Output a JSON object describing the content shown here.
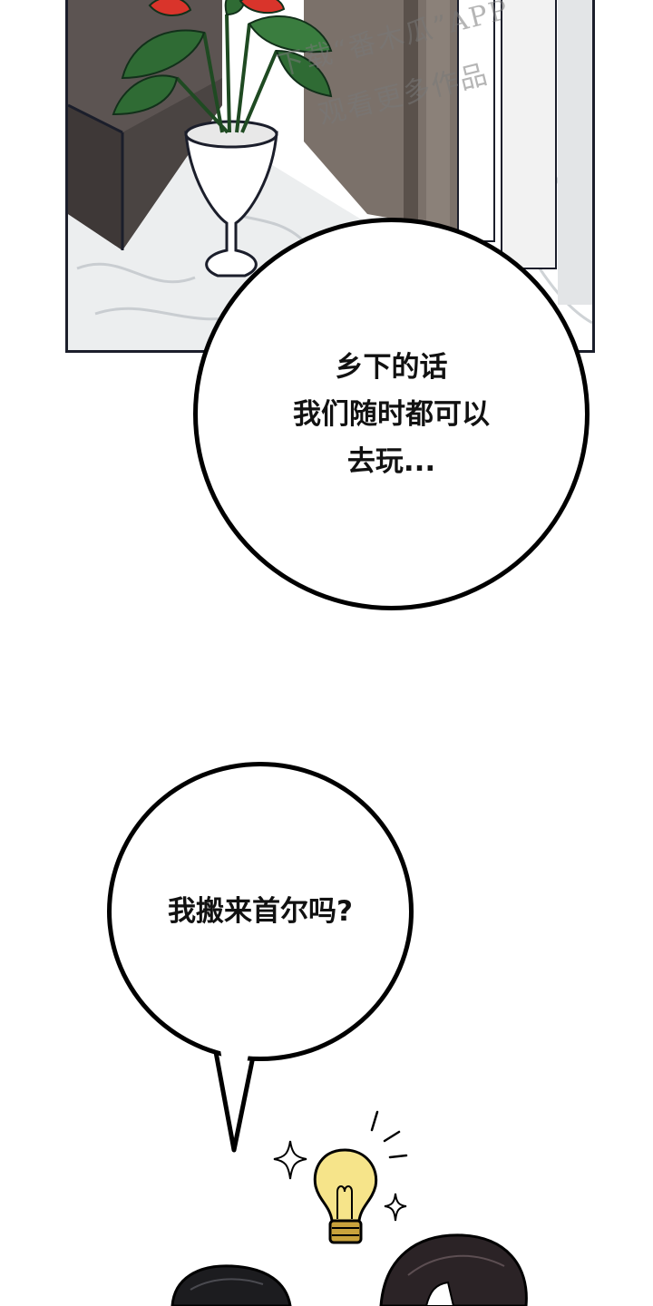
{
  "panel": {
    "watermark_line1": "下载“番木瓜”APP",
    "watermark_line2": "观看更多作品"
  },
  "bubbles": [
    {
      "lines": [
        "乡下的话",
        "我们随时都可以",
        "去玩..."
      ]
    },
    {
      "lines": [
        "我搬来首尔吗?"
      ]
    }
  ],
  "colors": {
    "outline": "#000000",
    "panel_border": "#1b1e2b",
    "leaf": "#2f6b34",
    "flower": "#d9342b",
    "bulb": "#f6e48a",
    "bulb_base": "#c9a23c"
  },
  "icons": [
    "potted-plant-illustration",
    "lightbulb-icon",
    "sparkle-icon"
  ]
}
